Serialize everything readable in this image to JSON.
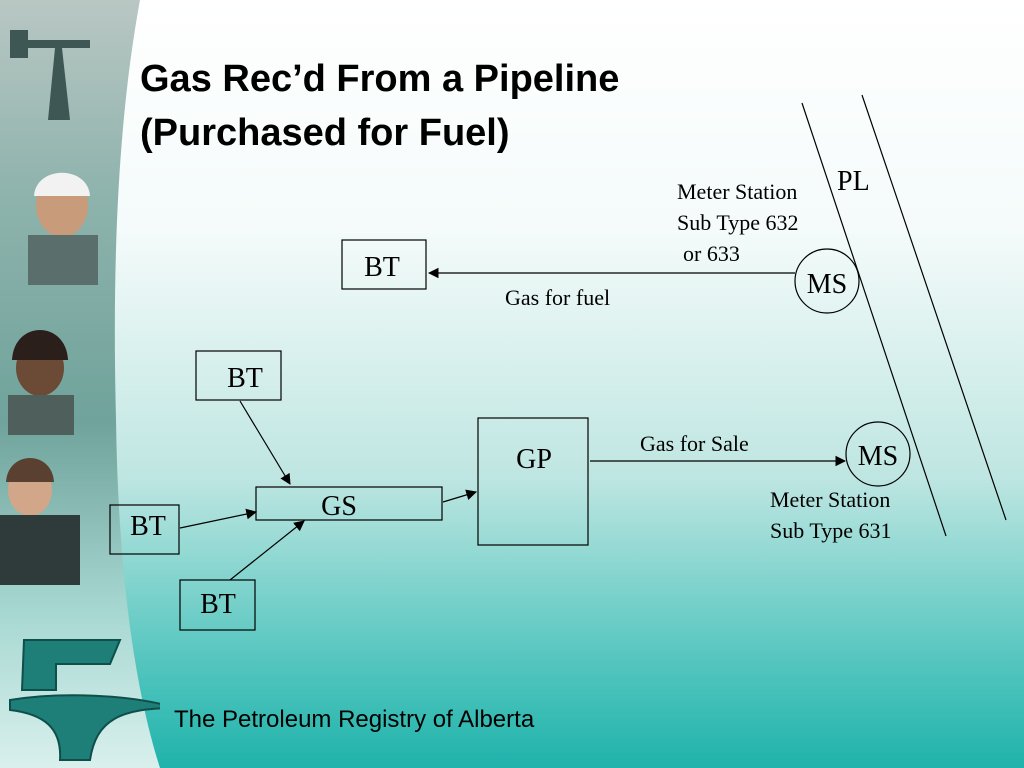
{
  "title": {
    "line1": "Gas Rec’d From a Pipeline",
    "line2": "(Purchased for Fuel)"
  },
  "footer": "The Petroleum Registry of Alberta",
  "diagram": {
    "pipeline_label": "PL",
    "nodes": {
      "bt_fuel": "BT",
      "bt_upper": "BT",
      "bt_left": "BT",
      "bt_lower": "BT",
      "gs": "GS",
      "gp": "GP",
      "ms_fuel": "MS",
      "ms_sale": "MS"
    },
    "edges": {
      "fuel_line": "Gas for fuel",
      "sale_line": "Gas for Sale"
    },
    "meter_station_fuel": {
      "line1": "Meter Station",
      "line2": "Sub Type 632",
      "line3": "or 633"
    },
    "meter_station_sale": {
      "line1": "Meter Station",
      "line2": "Sub Type 631"
    }
  },
  "colors": {
    "accent_teal": "#1fb3ab",
    "logo_teal": "#1e7e78"
  }
}
